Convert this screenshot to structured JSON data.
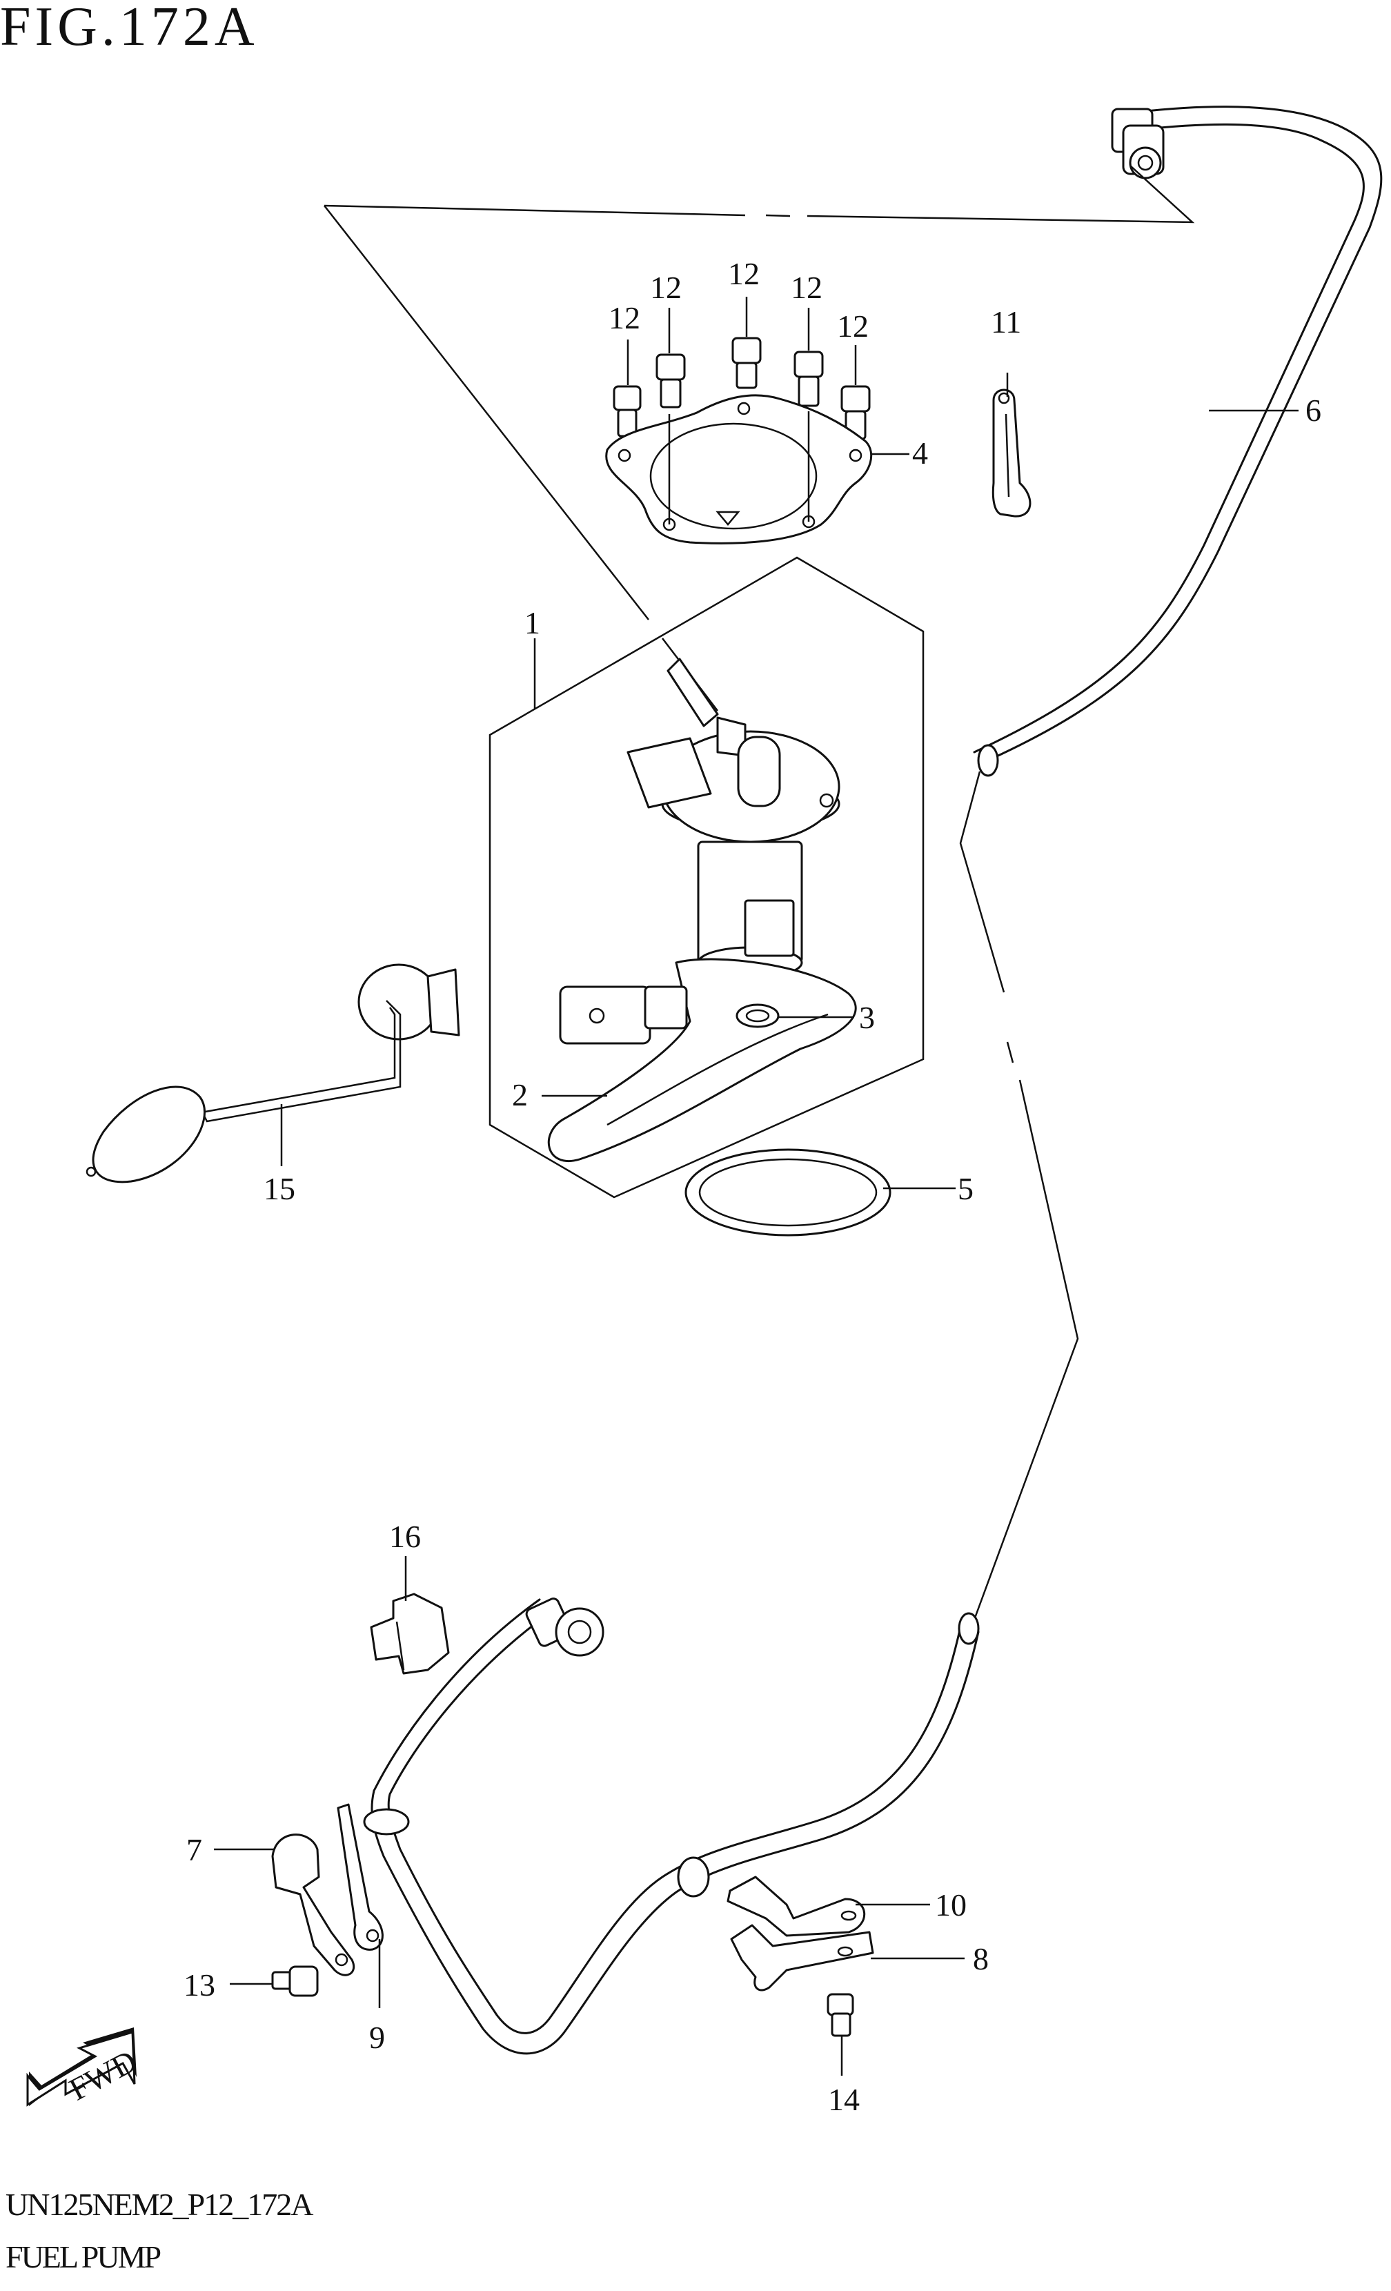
{
  "figure": {
    "title": "FIG.172A",
    "diagram_code": "UN125NEM2_P12_172A",
    "diagram_name": "FUEL PUMP"
  },
  "callouts": [
    {
      "id": "c1",
      "label": "1"
    },
    {
      "id": "c2",
      "label": "2"
    },
    {
      "id": "c3",
      "label": "3"
    },
    {
      "id": "c4",
      "label": "4"
    },
    {
      "id": "c5",
      "label": "5"
    },
    {
      "id": "c6",
      "label": "6"
    },
    {
      "id": "c7",
      "label": "7"
    },
    {
      "id": "c8",
      "label": "8"
    },
    {
      "id": "c9",
      "label": "9"
    },
    {
      "id": "c10",
      "label": "10"
    },
    {
      "id": "c11",
      "label": "11"
    },
    {
      "id": "c12a",
      "label": "12"
    },
    {
      "id": "c12b",
      "label": "12"
    },
    {
      "id": "c12c",
      "label": "12"
    },
    {
      "id": "c12d",
      "label": "12"
    },
    {
      "id": "c12e",
      "label": "12"
    },
    {
      "id": "c13",
      "label": "13"
    },
    {
      "id": "c14",
      "label": "14"
    },
    {
      "id": "c15",
      "label": "15"
    },
    {
      "id": "c16",
      "label": "16"
    }
  ],
  "fwd_badge": {
    "label": "FWD"
  }
}
